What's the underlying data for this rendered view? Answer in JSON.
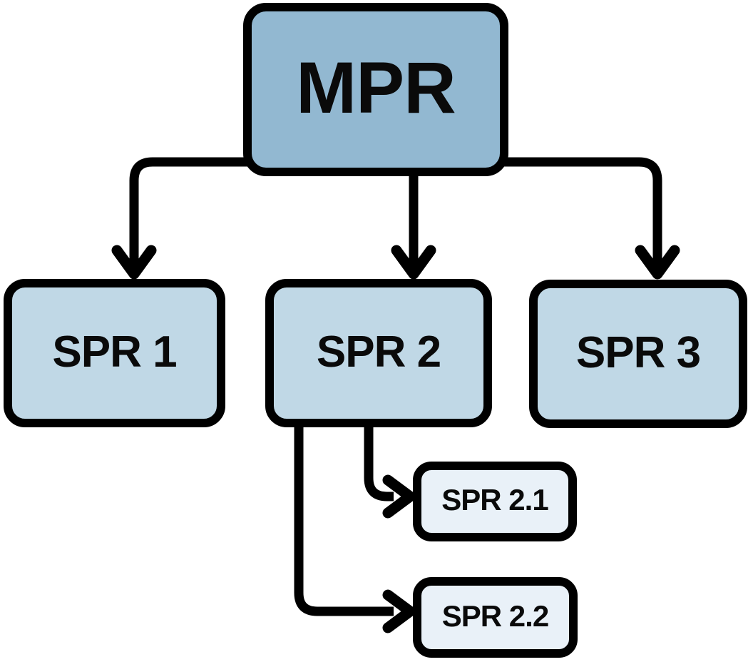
{
  "diagram": {
    "type": "tree-flowchart",
    "background_color": "#ffffff",
    "stroke_color": "#000000",
    "text_color": "#0a0a0a",
    "nodes": [
      {
        "id": "mpr",
        "label": "MPR",
        "level": 0,
        "fill": "#92b8d1"
      },
      {
        "id": "spr1",
        "label": "SPR 1",
        "level": 1,
        "fill": "#c0d8e6"
      },
      {
        "id": "spr2",
        "label": "SPR 2",
        "level": 1,
        "fill": "#c0d8e6"
      },
      {
        "id": "spr3",
        "label": "SPR 3",
        "level": 1,
        "fill": "#c0d8e6"
      },
      {
        "id": "spr21",
        "label": "SPR 2.1",
        "level": 2,
        "fill": "#e9f1f8"
      },
      {
        "id": "spr22",
        "label": "SPR 2.2",
        "level": 2,
        "fill": "#e9f1f8"
      }
    ],
    "edges": [
      {
        "from": "MPR",
        "to": "SPR 1"
      },
      {
        "from": "MPR",
        "to": "SPR 2"
      },
      {
        "from": "MPR",
        "to": "SPR 3"
      },
      {
        "from": "SPR 2",
        "to": "SPR 2.1"
      },
      {
        "from": "SPR 2",
        "to": "SPR 2.2"
      }
    ]
  }
}
